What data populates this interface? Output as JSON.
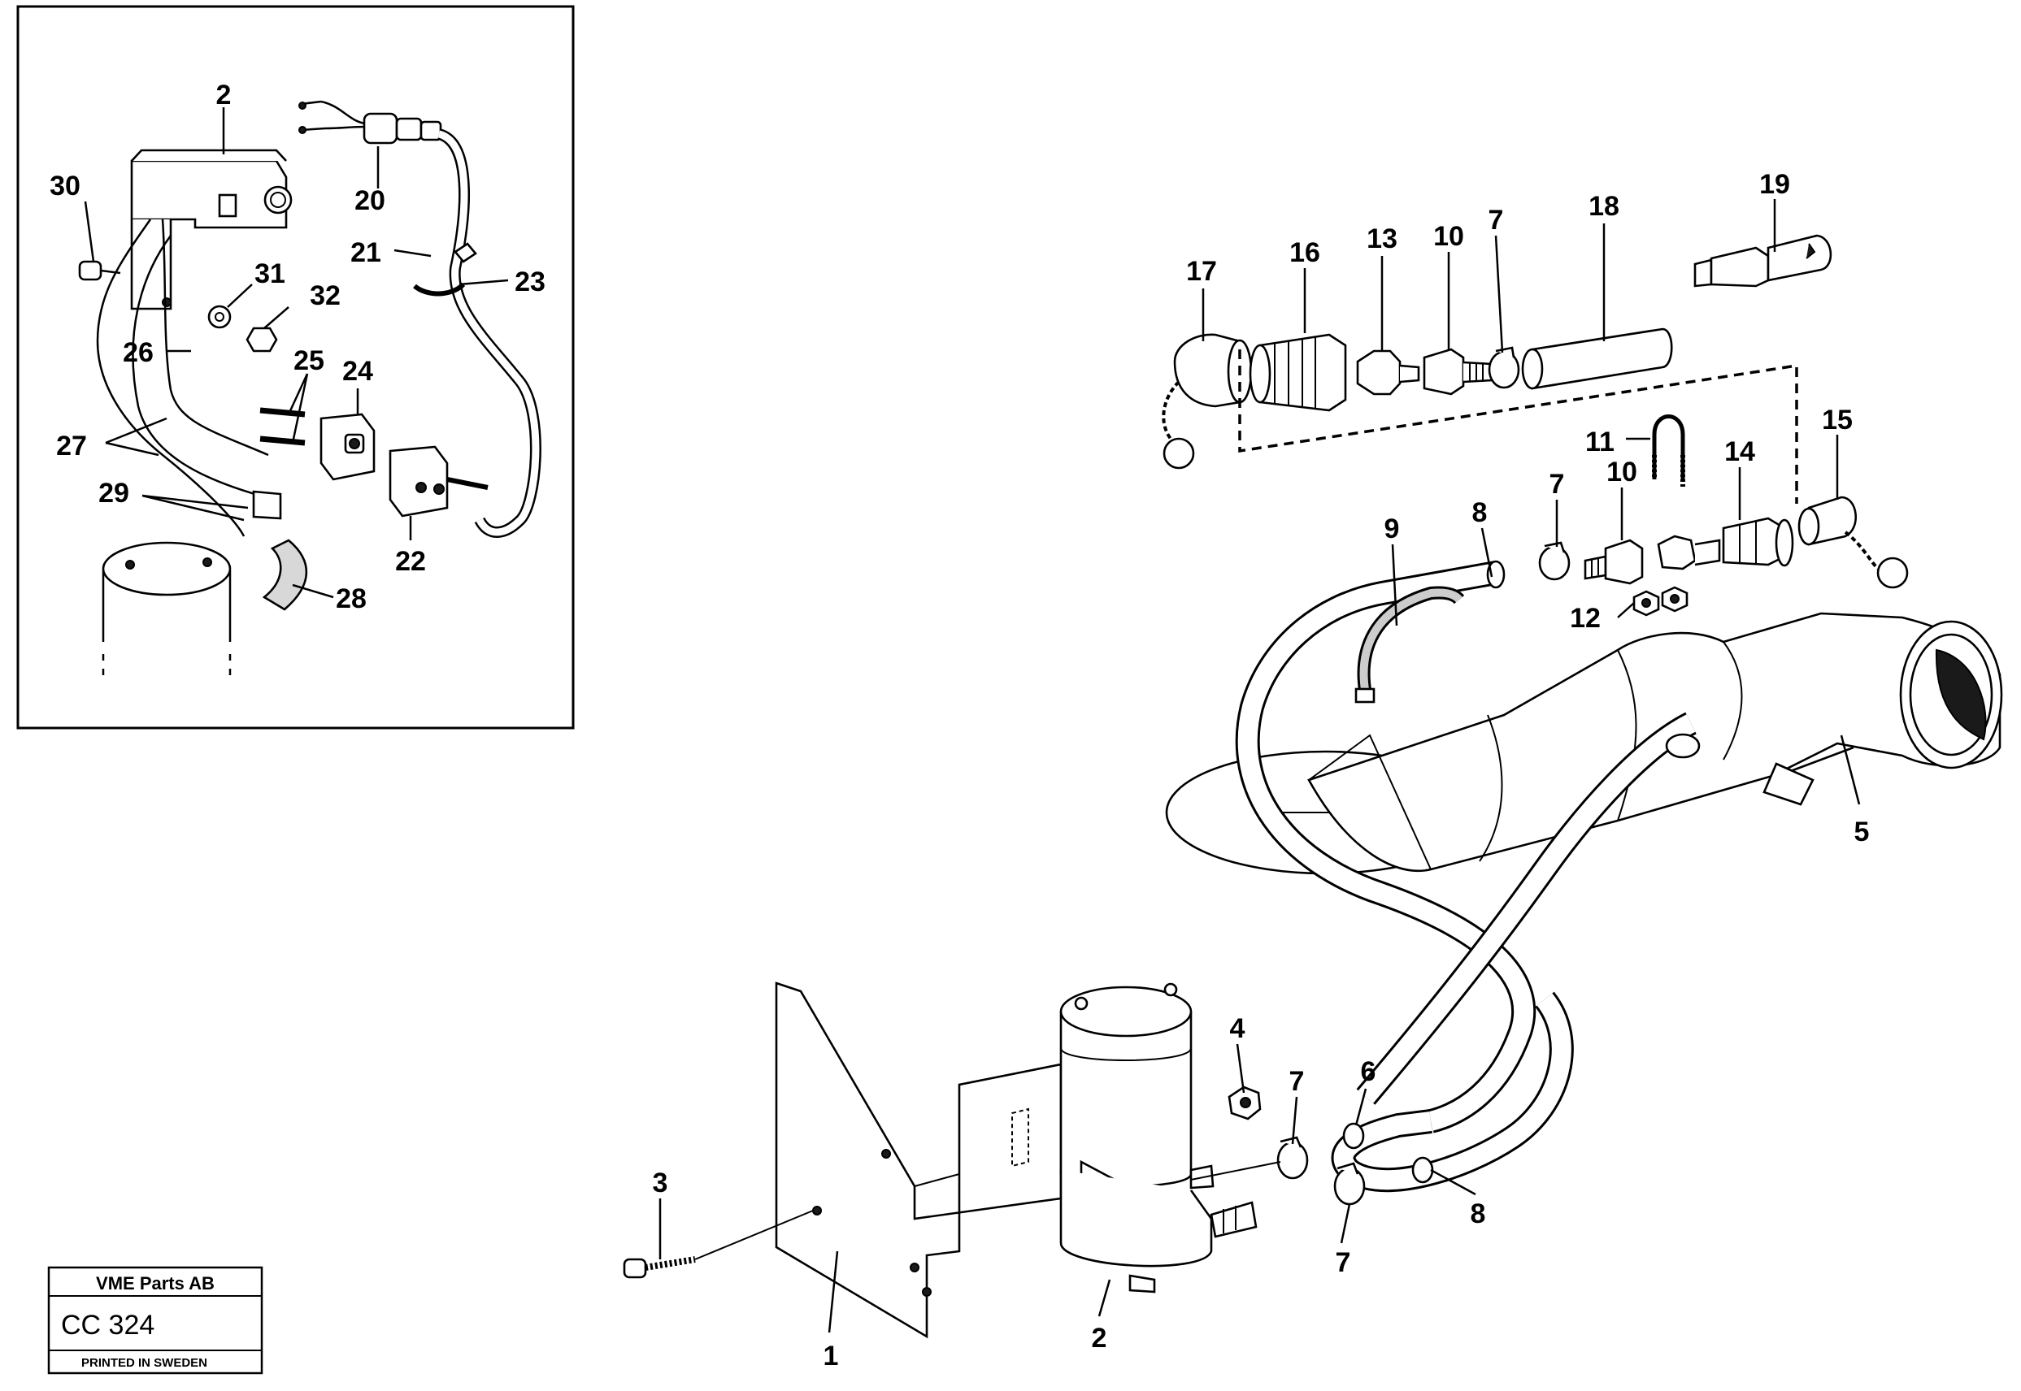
{
  "callouts": {
    "inset": [
      {
        "id": "c-2-inset",
        "text": "2"
      },
      {
        "id": "c-30",
        "text": "30"
      },
      {
        "id": "c-20",
        "text": "20"
      },
      {
        "id": "c-21",
        "text": "21"
      },
      {
        "id": "c-23",
        "text": "23"
      },
      {
        "id": "c-31",
        "text": "31"
      },
      {
        "id": "c-32",
        "text": "32"
      },
      {
        "id": "c-26",
        "text": "26"
      },
      {
        "id": "c-25",
        "text": "25"
      },
      {
        "id": "c-24",
        "text": "24"
      },
      {
        "id": "c-27",
        "text": "27"
      },
      {
        "id": "c-29",
        "text": "29"
      },
      {
        "id": "c-22",
        "text": "22"
      },
      {
        "id": "c-28",
        "text": "28"
      }
    ],
    "main": [
      {
        "id": "c-17",
        "text": "17"
      },
      {
        "id": "c-16",
        "text": "16"
      },
      {
        "id": "c-13",
        "text": "13"
      },
      {
        "id": "c-10-top",
        "text": "10"
      },
      {
        "id": "c-7-top",
        "text": "7"
      },
      {
        "id": "c-18",
        "text": "18"
      },
      {
        "id": "c-19",
        "text": "19"
      },
      {
        "id": "c-11",
        "text": "11"
      },
      {
        "id": "c-15",
        "text": "15"
      },
      {
        "id": "c-14",
        "text": "14"
      },
      {
        "id": "c-10-mid",
        "text": "10"
      },
      {
        "id": "c-7-mid",
        "text": "7"
      },
      {
        "id": "c-9",
        "text": "9"
      },
      {
        "id": "c-8-top",
        "text": "8"
      },
      {
        "id": "c-12",
        "text": "12"
      },
      {
        "id": "c-5",
        "text": "5"
      },
      {
        "id": "c-4",
        "text": "4"
      },
      {
        "id": "c-7-low",
        "text": "7"
      },
      {
        "id": "c-6",
        "text": "6"
      },
      {
        "id": "c-3",
        "text": "3"
      },
      {
        "id": "c-8-low",
        "text": "8"
      },
      {
        "id": "c-7-bot",
        "text": "7"
      },
      {
        "id": "c-1",
        "text": "1"
      },
      {
        "id": "c-2-main",
        "text": "2"
      }
    ]
  },
  "plate": {
    "company": "VME Parts AB",
    "code": "CC 324",
    "printed": "PRINTED IN SWEDEN"
  }
}
